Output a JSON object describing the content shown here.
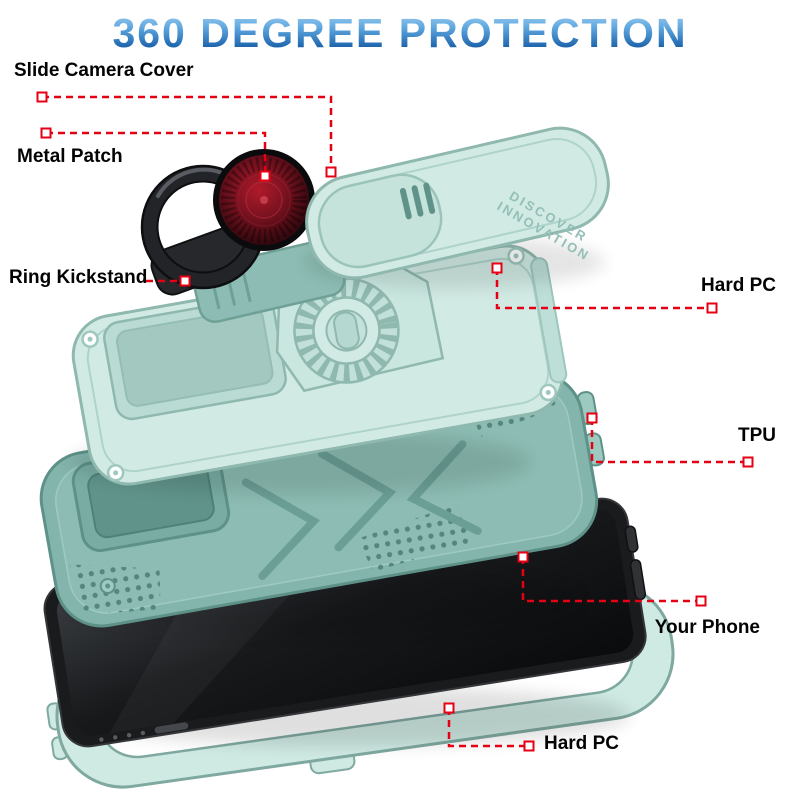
{
  "title": "360 DEGREE PROTECTION",
  "callouts": {
    "slide_camera_cover": "Slide Camera Cover",
    "metal_patch": "Metal Patch",
    "ring_kickstand": "Ring Kickstand",
    "hard_pc_top": "Hard PC",
    "tpu": "TPU",
    "your_phone": "Your Phone",
    "hard_pc_bottom": "Hard PC"
  },
  "engraving": {
    "line1": "DISCOVER",
    "line2": "INNOVATION"
  },
  "colors": {
    "callout_red": "#e60014",
    "title_blue_light": "#a9d5f4",
    "title_blue_dark": "#1b62ab",
    "case_mint": "#d2eae4",
    "tpu_teal": "#83b5ac",
    "phone_black": "#17191b",
    "patch_red": "#7c1220"
  }
}
